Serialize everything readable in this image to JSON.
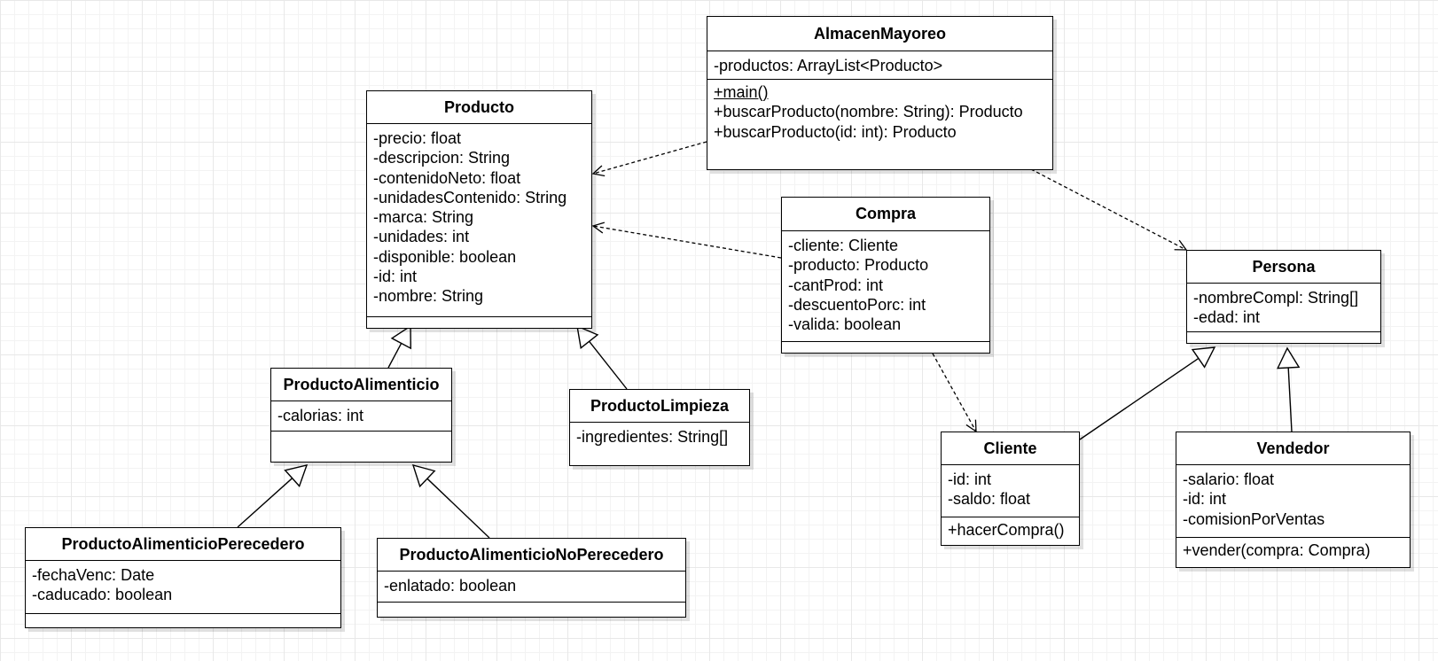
{
  "diagram": {
    "classes": [
      {
        "id": "producto",
        "name": "Producto",
        "attributes": [
          "-precio: float",
          "-descripcion: String",
          "-contenidoNeto: float",
          "-unidadesContenido: String",
          "-marca: String",
          "-unidades: int",
          "-disponible: boolean",
          "-id: int",
          "-nombre: String"
        ],
        "operations": []
      },
      {
        "id": "almacen",
        "name": "AlmacenMayoreo",
        "attributes": [
          "-productos: ArrayList<Producto>"
        ],
        "operations": [
          "+main()",
          "+buscarProducto(nombre: String): Producto",
          "+buscarProducto(id: int): Producto"
        ]
      },
      {
        "id": "compra",
        "name": "Compra",
        "attributes": [
          "-cliente: Cliente",
          "-producto: Producto",
          "-cantProd: int",
          "-descuentoPorc: int",
          "-valida: boolean"
        ],
        "operations": []
      },
      {
        "id": "persona",
        "name": "Persona",
        "attributes": [
          "-nombreCompl: String[]",
          "-edad: int"
        ],
        "operations": []
      },
      {
        "id": "alimenticio",
        "name": "ProductoAlimenticio",
        "attributes": [
          "-calorias: int"
        ],
        "operations": []
      },
      {
        "id": "limpieza",
        "name": "ProductoLimpieza",
        "attributes": [
          "-ingredientes: String[]"
        ],
        "operations": null
      },
      {
        "id": "perecedero",
        "name": "ProductoAlimenticioPerecedero",
        "attributes": [
          "-fechaVenc: Date",
          "-caducado: boolean"
        ],
        "operations": []
      },
      {
        "id": "noperecedero",
        "name": "ProductoAlimenticioNoPerecedero",
        "attributes": [
          "-enlatado: boolean"
        ],
        "operations": []
      },
      {
        "id": "cliente",
        "name": "Cliente",
        "attributes": [
          "-id: int",
          "-saldo: float"
        ],
        "operations": [
          "+hacerCompra()"
        ]
      },
      {
        "id": "vendedor",
        "name": "Vendedor",
        "attributes": [
          "-salario: float",
          "-id: int",
          "-comisionPorVentas"
        ],
        "operations": [
          "+vender(compra: Compra)"
        ]
      }
    ],
    "relations": [
      {
        "type": "dependency",
        "from": "almacen",
        "to": "producto"
      },
      {
        "type": "dependency",
        "from": "almacen",
        "to": "persona"
      },
      {
        "type": "dependency",
        "from": "compra",
        "to": "producto"
      },
      {
        "type": "dependency",
        "from": "compra",
        "to": "cliente"
      },
      {
        "type": "generalization",
        "from": "alimenticio",
        "to": "producto"
      },
      {
        "type": "generalization",
        "from": "limpieza",
        "to": "producto"
      },
      {
        "type": "generalization",
        "from": "perecedero",
        "to": "alimenticio"
      },
      {
        "type": "generalization",
        "from": "noperecedero",
        "to": "alimenticio"
      },
      {
        "type": "generalization",
        "from": "cliente",
        "to": "persona"
      },
      {
        "type": "generalization",
        "from": "vendedor",
        "to": "persona"
      }
    ],
    "static_operations": [
      "+main()"
    ]
  }
}
